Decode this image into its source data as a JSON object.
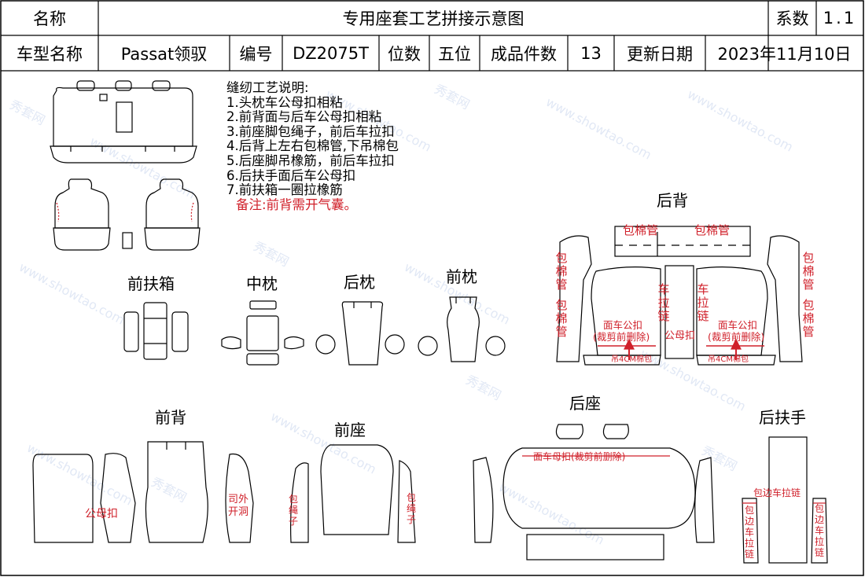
{
  "header": {
    "name_label": "名称",
    "doc_title": "专用座套工艺拼接示意图",
    "coef_label": "系数",
    "coef_value": "1.1",
    "model_label": "车型名称",
    "model_value": "Passat领驭",
    "code_label": "编号",
    "code_value": "DZ2075T",
    "seats_label": "位数",
    "seats_value": "五位",
    "pieces_label": "成品件数",
    "pieces_value": "13",
    "date_label": "更新日期",
    "date_value": "2023年11月10日"
  },
  "notes": {
    "title": "缝纫工艺说明:",
    "items": [
      "1.头枕车公母扣相粘",
      "2.前背面与后车公母扣相粘",
      "3.前座脚包绳子，前后车拉扣",
      "4.后背上左右包棉管,下吊棉包",
      "5.后座脚吊橡筋，前后车拉扣",
      "6.后扶手面后车公母扣",
      "7.前扶箱一圈拉橡筋"
    ],
    "remark": "备注:前背需开气囊。"
  },
  "sections": {
    "front_armrest_box": "前扶箱",
    "middle_pillow": "中枕",
    "rear_pillow": "后枕",
    "front_pillow": "前枕",
    "rear_back": "后背",
    "front_back": "前背",
    "front_seat": "前座",
    "rear_seat": "后座",
    "rear_armrest": "后扶手"
  },
  "annotations": {
    "cotton_tube": "包棉管",
    "cotton_tube_v": "包棉管",
    "zipper_v": "车拉链",
    "face_male_buckle": "面车公扣",
    "cut_before_delete": "(裁剪前删除)",
    "hang_cotton_4cm": "吊4CM棉包",
    "male_female_buckle": "公母扣",
    "female_buckle": "公母扣",
    "outer_seam_hole": "司外开洞",
    "wrap_rope": "包绳子",
    "rear_seat_strip": "面车母扣(裁剪前删除)",
    "edge_zipper": "包边车拉链"
  },
  "watermark": {
    "cn": "秀套网",
    "en": "www.showtao.com"
  }
}
